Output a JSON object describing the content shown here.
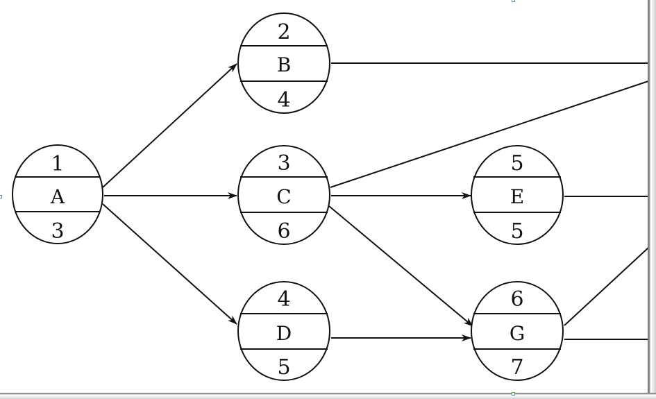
{
  "nodes": [
    {
      "id": "A",
      "top": "1",
      "bottom": "3"
    },
    {
      "id": "B",
      "top": "2",
      "bottom": "4"
    },
    {
      "id": "C",
      "top": "3",
      "bottom": "6"
    },
    {
      "id": "D",
      "top": "4",
      "bottom": "5"
    },
    {
      "id": "E",
      "top": "5",
      "bottom": "5"
    },
    {
      "id": "G",
      "top": "6",
      "bottom": "7"
    }
  ],
  "edges": [
    {
      "from": "A",
      "to": "B"
    },
    {
      "from": "A",
      "to": "C"
    },
    {
      "from": "A",
      "to": "D"
    },
    {
      "from": "C",
      "to": "E"
    },
    {
      "from": "C",
      "to": "G"
    },
    {
      "from": "D",
      "to": "G"
    }
  ]
}
